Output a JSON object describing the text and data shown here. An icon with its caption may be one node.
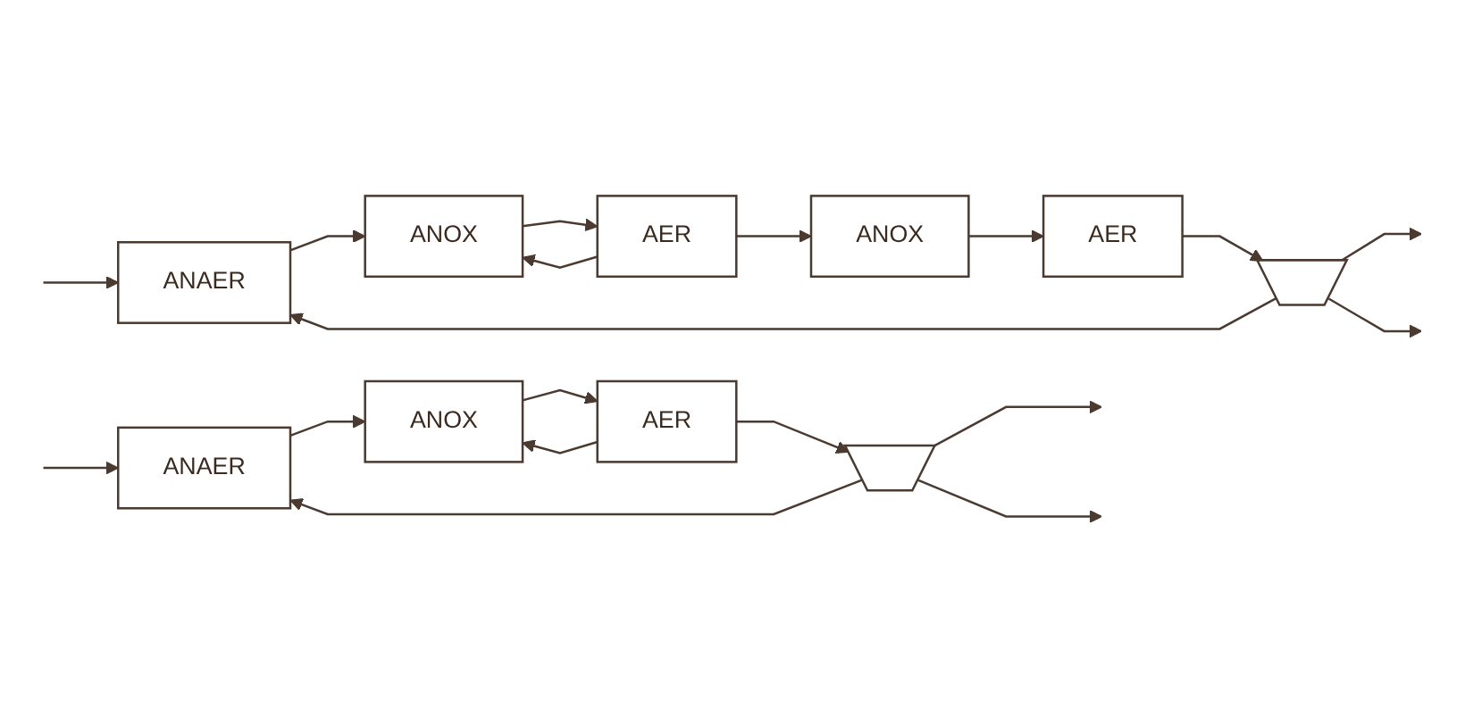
{
  "diagram": {
    "nodes": [
      {
        "text": [
          "ANAER"
        ]
      },
      {
        "text": [
          "ANOX"
        ]
      },
      {
        "text": [
          "AER"
        ]
      },
      {
        "text": [
          "ANOX"
        ]
      },
      {
        "text": [
          "AER"
        ]
      },
      {
        "text": [],
        "shape": "funnel"
      },
      {
        "text": [
          "ANAER"
        ]
      },
      {
        "text": [
          "ANOX"
        ]
      },
      {
        "text": [
          "AER"
        ]
      },
      {
        "text": [],
        "shape": "funnel"
      }
    ],
    "edges": [
      {
        "from": null,
        "to": 0,
        "arrow": "to"
      },
      {
        "from": 0,
        "to": 1,
        "arrow": "to"
      },
      {
        "from": 1,
        "to": 2,
        "arrow": "to"
      },
      {
        "from": 2,
        "to": 1,
        "arrow": "to"
      },
      {
        "from": 2,
        "to": 3,
        "arrow": "to"
      },
      {
        "from": 3,
        "to": 4,
        "arrow": "to"
      },
      {
        "from": 4,
        "to": 5,
        "arrow": "to"
      },
      {
        "from": 5,
        "to": null,
        "arrow": "to"
      },
      {
        "from": 5,
        "to": 0,
        "arrow": "to"
      },
      {
        "from": 5,
        "to": null,
        "arrow": "to"
      },
      {
        "from": null,
        "to": 6,
        "arrow": "to"
      },
      {
        "from": 6,
        "to": 7,
        "arrow": "to"
      },
      {
        "from": 7,
        "to": 8,
        "arrow": "to"
      },
      {
        "from": 8,
        "to": 7,
        "arrow": "to"
      },
      {
        "from": 8,
        "to": 9,
        "arrow": "to"
      },
      {
        "from": 9,
        "to": null,
        "arrow": "to"
      },
      {
        "from": 9,
        "to": 6,
        "arrow": "to"
      },
      {
        "from": 9,
        "to": null,
        "arrow": "to"
      }
    ]
  }
}
